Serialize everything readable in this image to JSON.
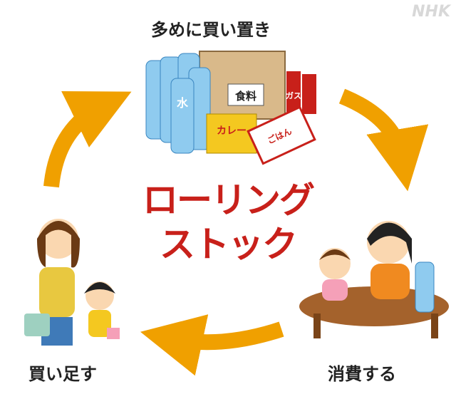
{
  "watermark": "NHK",
  "title_line1": "ローリング",
  "title_line2": "ストック",
  "steps": [
    {
      "label": "多めに買い置き"
    },
    {
      "label": "消費する"
    },
    {
      "label": "買い足す"
    }
  ],
  "items": {
    "box": "食料",
    "curry": "カレー",
    "rice": "ごはん",
    "gas": "ガス",
    "water": "水"
  },
  "colors": {
    "arrow": "#f0a000",
    "title": "#c8201a"
  }
}
